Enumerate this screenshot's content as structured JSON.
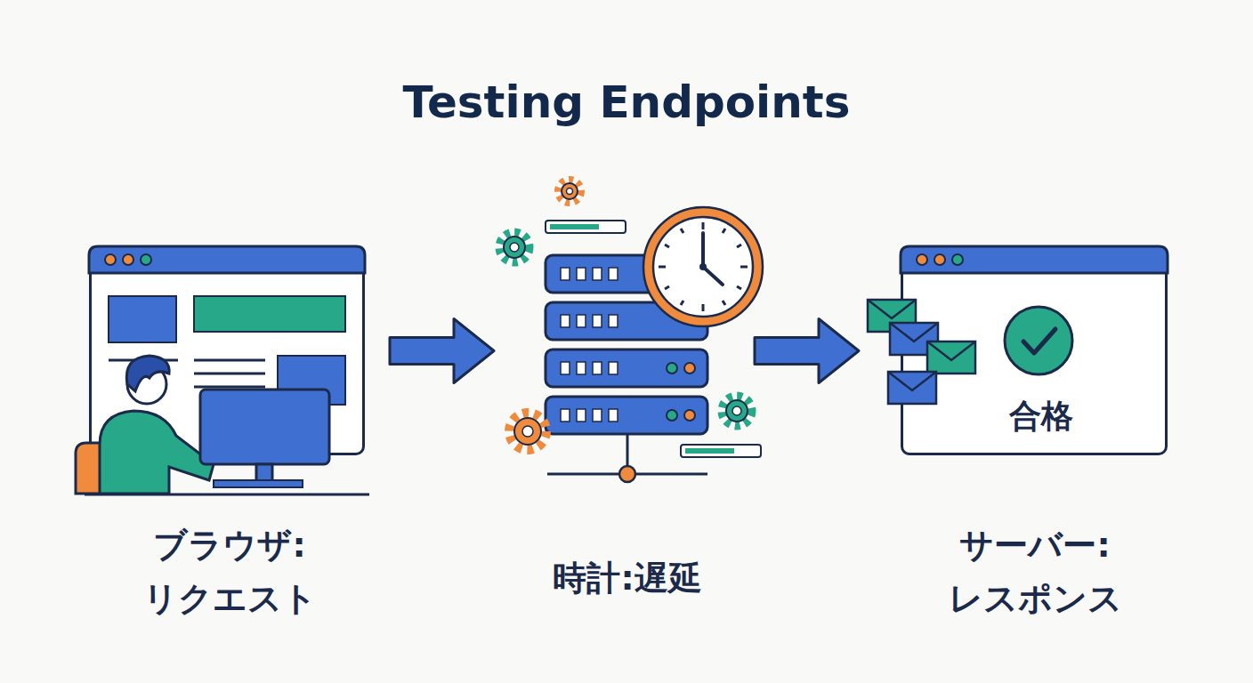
{
  "diagram": {
    "title": "Testing Endpoints",
    "nodes": [
      {
        "text": [
          "ブラウザ: リクエスト"
        ]
      },
      {
        "text": [
          "時計:遅延"
        ]
      },
      {
        "text": [
          "合格",
          "サーバー: レスポンス"
        ]
      }
    ],
    "edges": [
      {
        "from": 0,
        "to": 1,
        "arrow": "to"
      },
      {
        "from": 1,
        "to": 2,
        "arrow": "to"
      }
    ]
  }
}
